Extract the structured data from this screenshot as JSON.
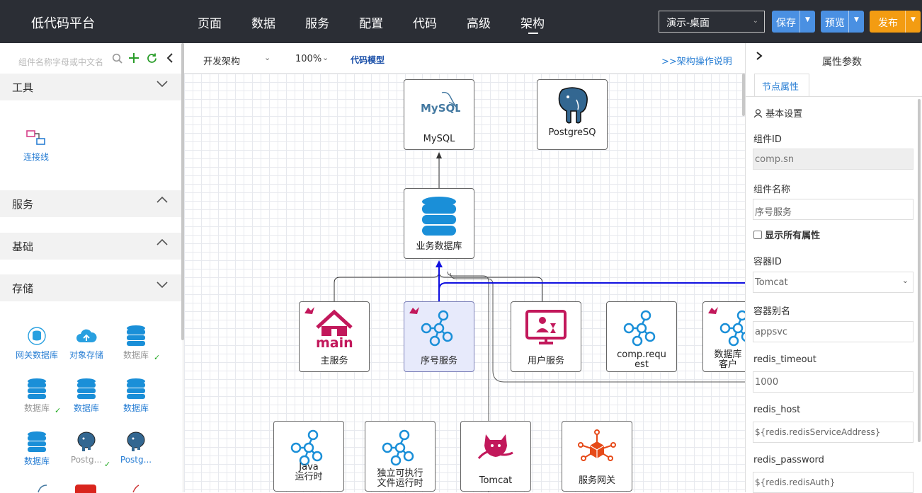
{
  "topbar": {
    "brand": "低代码平台",
    "nav": [
      "页面",
      "数据",
      "服务",
      "配置",
      "代码",
      "高级",
      "架构"
    ],
    "env": "演示-桌面",
    "save": "保存",
    "preview": "预览",
    "publish": "发布"
  },
  "left": {
    "search_placeholder": "组件名称字母或中文名",
    "categories": {
      "tools": "工具",
      "services": "服务",
      "basic": "基础",
      "storage": "存储"
    },
    "tools_items": [
      "连接线"
    ],
    "storage_items": [
      "网关数据库",
      "对象存储",
      "数据库",
      "数据库",
      "数据库",
      "数据库",
      "数据库",
      "Postg...",
      "Postg..."
    ]
  },
  "canvas_toolbar": {
    "arch": "开发架构",
    "zoom": "100%",
    "model": "代码模型",
    "help": ">>架构操作说明"
  },
  "nodes": {
    "mysql": "MySQL",
    "mysql_logo": "MySQL",
    "postgres": "PostgreSQ",
    "bizdb": "业务数据库",
    "main": "主服务",
    "main_logo": "main",
    "seq": "序号服务",
    "user": "用户服务",
    "comp": "comp.request",
    "dbclient": "数据库客户",
    "java": "Java\n运行时",
    "exec": "独立可执行\n文件运行时",
    "tomcat": "Tomcat",
    "gateway": "服务网关"
  },
  "right": {
    "title": "属性参数",
    "tab": "节点属性",
    "basic": "基本设置",
    "show_all": "显示所有属性",
    "fields": [
      {
        "label": "组件ID",
        "value": "comp.sn"
      },
      {
        "label": "组件名称",
        "value": "序号服务"
      },
      {
        "label": "容器ID",
        "value": "Tomcat"
      },
      {
        "label": "容器别名",
        "value": "appsvc"
      },
      {
        "label": "redis_timeout",
        "value": "1000"
      },
      {
        "label": "redis_host",
        "value": "${redis.redisServiceAddress}"
      },
      {
        "label": "redis_password",
        "value": "${redis.redisAuth}"
      }
    ]
  },
  "colors": {
    "topbar": "#2b2e35",
    "accent": "#2a7fd4",
    "save": "#4a90e2",
    "publish": "#f39c12",
    "tomcat_red": "#c2185b"
  }
}
